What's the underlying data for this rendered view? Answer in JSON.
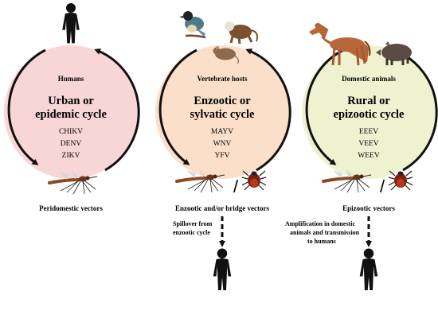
{
  "colors": {
    "urban_fill": "#f9d6d6",
    "enzootic_fill": "#fbdfc8",
    "rural_fill": "#eef2cf",
    "arrow": "#111111"
  },
  "cycles": [
    {
      "host_label": "Humans",
      "title_line1": "Urban or",
      "title_line2": "epidemic cycle",
      "viruses": [
        "CHIKV",
        "DENV",
        "ZIKV"
      ],
      "vector_label": "Peridomestic vectors",
      "host_icons": [
        "human-icon"
      ],
      "vector_icons": [
        "mosquito-icon"
      ]
    },
    {
      "host_label": "Vertebrate hosts",
      "title_line1": "Enzootic or",
      "title_line2": "sylvatic cycle",
      "viruses": [
        "MAYV",
        "WNV",
        "YFV"
      ],
      "vector_label": "Enzootic and/or bridge vectors",
      "host_icons": [
        "bird-icon",
        "monkey-icon",
        "rodent-icon"
      ],
      "vector_icons": [
        "mosquito-icon",
        "tick-icon"
      ],
      "spillover_line1": "Spillover from",
      "spillover_line2": "enzootic cycle"
    },
    {
      "host_label": "Domestic animals",
      "title_line1": "Rural or",
      "title_line2": "epizootic cycle",
      "viruses": [
        "EEEV",
        "VEEV",
        "WEEV"
      ],
      "vector_label": "Epizootic vectors",
      "host_icons": [
        "horse-icon",
        "pig-icon"
      ],
      "vector_icons": [
        "mosquito-icon",
        "tick-icon"
      ],
      "amplification_line1": "Amplification in domestic",
      "amplification_line2": "animals and transmission",
      "amplification_line3": "to humans"
    }
  ],
  "separator": "/"
}
